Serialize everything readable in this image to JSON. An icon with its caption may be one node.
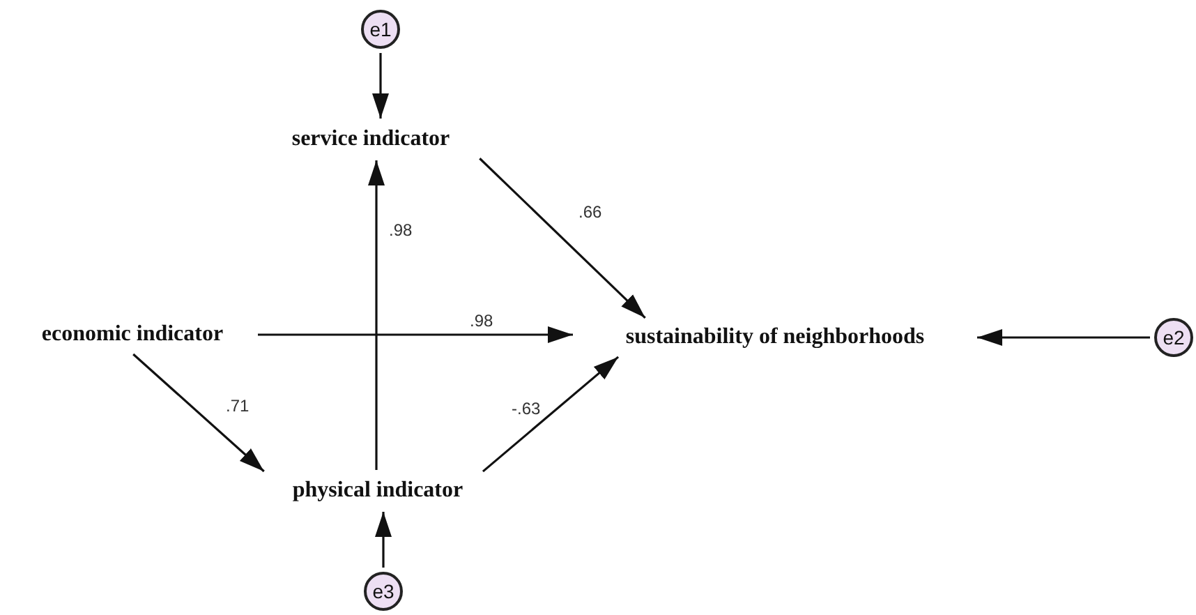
{
  "diagram": {
    "nodes": [
      {
        "text": [
          "e1"
        ]
      },
      {
        "text": [
          "service indicator"
        ]
      },
      {
        "text": [
          "economic indicator"
        ]
      },
      {
        "text": [
          "sustainability of neighborhoods"
        ]
      },
      {
        "text": [
          "e2"
        ]
      },
      {
        "text": [
          "physical indicator"
        ]
      },
      {
        "text": [
          "e3"
        ]
      }
    ],
    "edges": [
      {
        "from": 0,
        "to": 1,
        "arrow": "to"
      },
      {
        "from": 1,
        "to": 3,
        "arrow": "to",
        "label": ".66"
      },
      {
        "from": 2,
        "to": 3,
        "arrow": "to",
        "label": ".98"
      },
      {
        "from": 2,
        "to": 5,
        "arrow": "to",
        "label": ".71"
      },
      {
        "from": 5,
        "to": 1,
        "arrow": "to",
        "label": ".98"
      },
      {
        "from": 5,
        "to": 3,
        "arrow": "to",
        "label": "-.63"
      },
      {
        "from": 4,
        "to": 3,
        "arrow": "to"
      },
      {
        "from": 6,
        "to": 5,
        "arrow": "to"
      }
    ]
  }
}
